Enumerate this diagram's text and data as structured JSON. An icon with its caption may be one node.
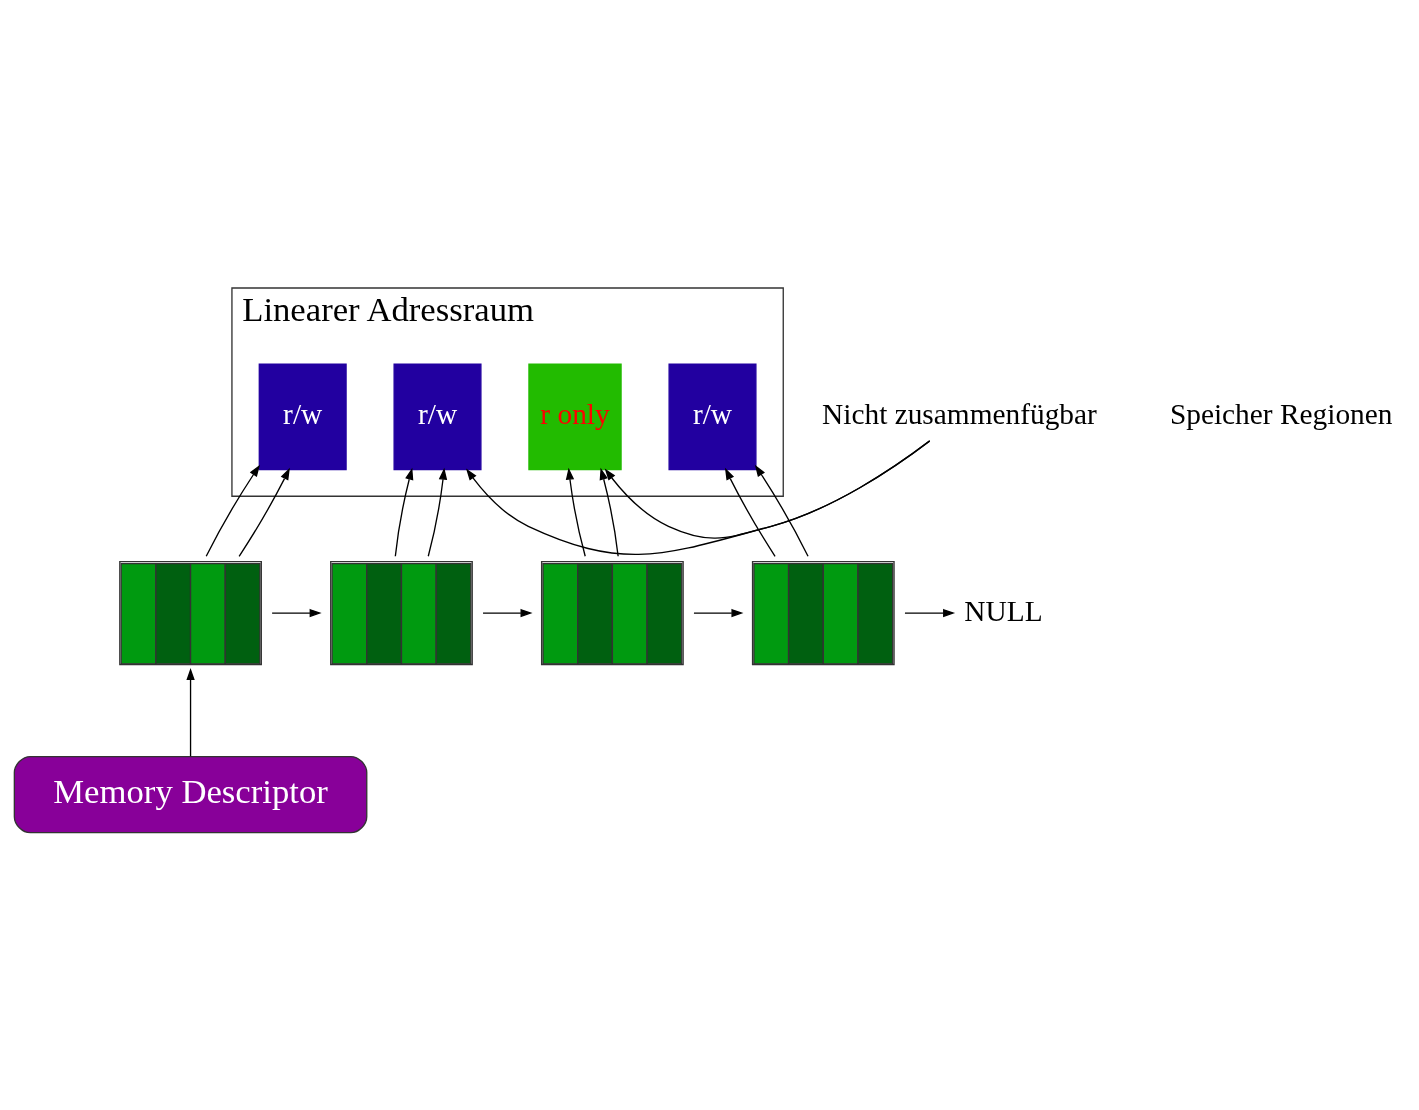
{
  "diagram": {
    "nodes": [
      {
        "text": [
          "Linearer Adressraum"
        ]
      },
      {
        "text": [
          "r/w"
        ],
        "in": 0
      },
      {
        "text": [
          "r/w"
        ],
        "in": 0
      },
      {
        "text": [
          "r only"
        ],
        "in": 0
      },
      {
        "text": [
          "r/w"
        ],
        "in": 0
      },
      {
        "text": [
          "Nicht zusammenfügbar"
        ]
      },
      {
        "text": [],
        "shape": "box"
      },
      {
        "text": [],
        "shape": "box"
      },
      {
        "text": [],
        "shape": "box"
      },
      {
        "text": [],
        "shape": "box"
      },
      {
        "text": [
          "NULL"
        ]
      },
      {
        "text": [
          "Memory Descriptor"
        ]
      }
    ],
    "edges": [
      {
        "from": 5,
        "to": 2,
        "arrow": "to"
      },
      {
        "from": 5,
        "to": 3,
        "arrow": "to"
      },
      {
        "from": 6,
        "to": 1,
        "arrow": "to"
      },
      {
        "from": 6,
        "to": 1,
        "arrow": "to"
      },
      {
        "from": 7,
        "to": 2,
        "arrow": "to"
      },
      {
        "from": 7,
        "to": 2,
        "arrow": "to"
      },
      {
        "from": 8,
        "to": 3,
        "arrow": "to"
      },
      {
        "from": 8,
        "to": 3,
        "arrow": "to"
      },
      {
        "from": 9,
        "to": 4,
        "arrow": "to"
      },
      {
        "from": 9,
        "to": 4,
        "arrow": "to"
      },
      {
        "from": 6,
        "to": 7,
        "arrow": "to"
      },
      {
        "from": 7,
        "to": 8,
        "arrow": "to"
      },
      {
        "from": 8,
        "to": 9,
        "arrow": "to"
      },
      {
        "from": 9,
        "to": 10,
        "arrow": "to"
      },
      {
        "from": 11,
        "to": 6,
        "arrow": "to"
      }
    ],
    "labels": [
      "Speicher Regionen"
    ]
  }
}
